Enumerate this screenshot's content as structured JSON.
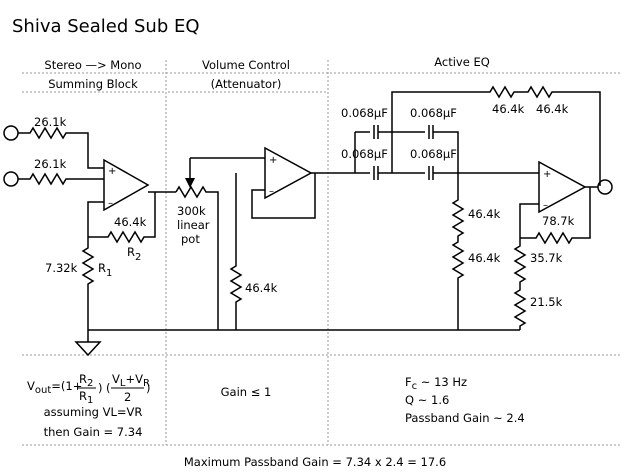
{
  "title": "Shiva Sealed Sub EQ",
  "sections": {
    "summing": {
      "line1": "Stereo —> Mono",
      "line2": "Summing Block"
    },
    "volume": {
      "line1": "Volume Control",
      "line2": "(Attenuator)"
    },
    "eq": {
      "line1": "Active EQ"
    }
  },
  "components": {
    "r_in_top": "26.1k",
    "r_in_bot": "26.1k",
    "r2_value": "46.4k",
    "r2_label": "R",
    "r2_sub": "2",
    "r1_value": "7.32k",
    "r1_label": "R",
    "r1_sub": "1",
    "pot_line1": "300k",
    "pot_line2": "linear",
    "pot_line3": "pot",
    "r_vol_shunt": "46.4k",
    "c1": "0.068μF",
    "c2": "0.068μF",
    "c3": "0.068μF",
    "c4": "0.068μF",
    "r_fb_a": "46.4k",
    "r_fb_b": "46.4k",
    "r_eq_shunt_a": "46.4k",
    "r_eq_shunt_b": "46.4k",
    "r_gain_fb": "78.7k",
    "r_gain_a": "35.7k",
    "r_gain_b": "21.5k",
    "plus": "+",
    "minus": "–"
  },
  "notes": {
    "summing": {
      "formula_lhs": "V",
      "formula_lhs_sub": "out",
      "formula_eq": "=(1+",
      "r2_num": "R",
      "r2_num_sub": "2",
      "r1_den": "R",
      "r1_den_sub": "1",
      "paren_close": ")",
      "paren_open": "(",
      "vl": "V",
      "vl_sub": "L",
      "plus_sign": "+",
      "vr": "V",
      "vr_sub": "R",
      "div_two": "2",
      "paren_close2": ")",
      "line2": "assuming VL=VR",
      "line3": "then Gain = 7.34"
    },
    "volume": {
      "line1": "Gain ≤ 1"
    },
    "eq": {
      "fc_main": "F",
      "fc_sub": "c",
      "fc_rest": " ~ 13 Hz",
      "q": "Q ~ 1.6",
      "gain": "Passband Gain ~ 2.4"
    }
  },
  "footer": "Maximum Passband Gain = 7.34 x 2.4 = 17.6"
}
